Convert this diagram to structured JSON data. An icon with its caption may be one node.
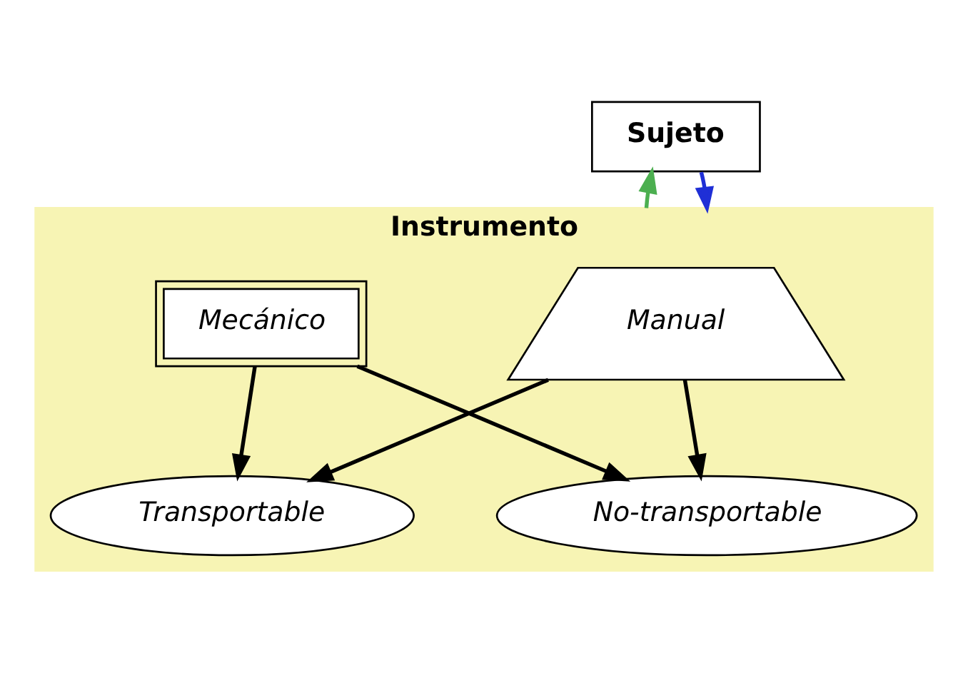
{
  "diagram": {
    "nodes": [
      {
        "text": [
          "Sujeto"
        ]
      },
      {
        "text": [
          "Instrumento"
        ]
      },
      {
        "text": [
          "Manual"
        ],
        "in": 1
      },
      {
        "text": [
          "Mecánico"
        ],
        "in": 1
      },
      {
        "text": [
          "Transportable"
        ],
        "in": 1
      },
      {
        "text": [
          "No-transportable"
        ],
        "in": 1
      }
    ],
    "edges": [
      {
        "from": 0,
        "to": 1,
        "arrow": "to",
        "color": "#1f2fd6"
      },
      {
        "from": 1,
        "to": 0,
        "arrow": "to",
        "color": "#4caf50"
      },
      {
        "from": 2,
        "to": 4,
        "arrow": "to"
      },
      {
        "from": 2,
        "to": 5,
        "arrow": "to"
      },
      {
        "from": 3,
        "to": 4,
        "arrow": "to"
      },
      {
        "from": 3,
        "to": 5,
        "arrow": "to"
      }
    ]
  }
}
